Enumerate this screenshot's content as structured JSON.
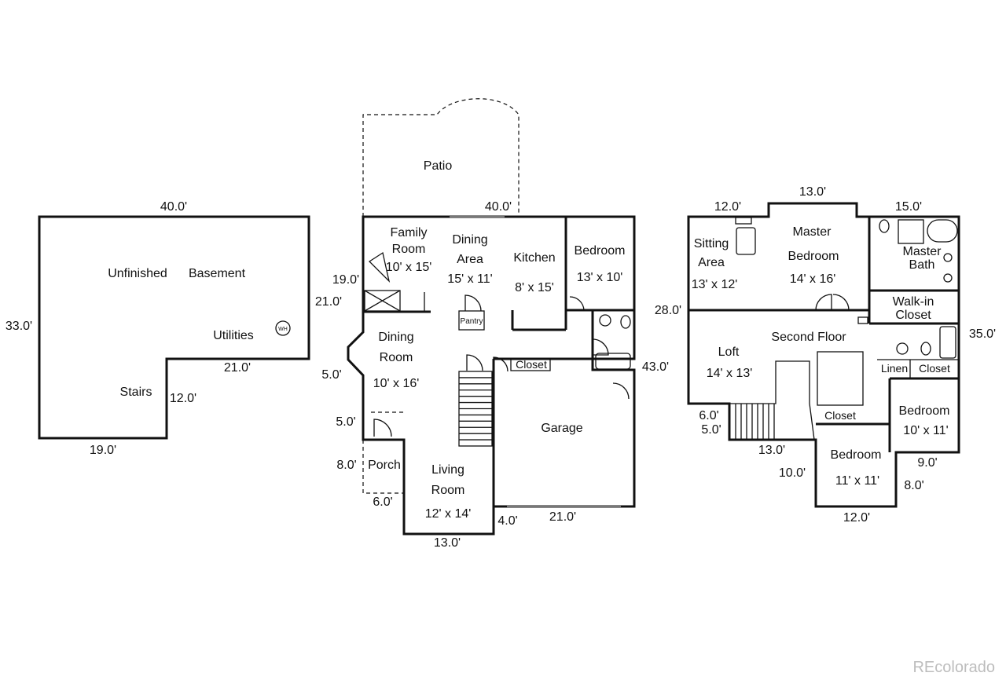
{
  "basement": {
    "dim_top": "40.0'",
    "dim_left": "33.0'",
    "dim_right": "21.0'",
    "dim_mid": "21.0'",
    "dim_step": "12.0'",
    "dim_bottom": "19.0'",
    "unfinished": "Unfinished",
    "basement": "Basement",
    "utilities": "Utilities",
    "stairs": "Stairs",
    "wh": "WH"
  },
  "main": {
    "patio": "Patio",
    "dim_patio": "40.0'",
    "dim_19": "19.0'",
    "dim_5a": "5.0'",
    "dim_5b": "5.0'",
    "dim_8": "8.0'",
    "dim_6": "6.0'",
    "dim_13": "13.0'",
    "dim_4": "4.0'",
    "dim_21": "21.0'",
    "dim_43": "43.0'",
    "family_room": [
      "Family",
      "Room",
      "10' x 15'"
    ],
    "dining_area": [
      "Dining",
      "Area",
      "15' x 11'"
    ],
    "kitchen": [
      "Kitchen",
      "8' x 15'"
    ],
    "bedroom": [
      "Bedroom",
      "13' x 10'"
    ],
    "dining_room": [
      "Dining",
      "Room",
      "10' x 16'"
    ],
    "pantry": "Pantry",
    "closet": "Closet",
    "garage": "Garage",
    "porch": "Porch",
    "living_room": [
      "Living",
      "Room",
      "12' x 14'"
    ]
  },
  "second": {
    "dim_12": "12.0'",
    "dim_13": "13.0'",
    "dim_15": "15.0'",
    "dim_28": "28.0'",
    "dim_35": "35.0'",
    "dim_6": "6.0'",
    "dim_5": "5.0'",
    "dim_13b": "13.0'",
    "dim_10": "10.0'",
    "dim_9": "9.0'",
    "dim_8": "8.0'",
    "dim_12b": "12.0'",
    "sitting_area": [
      "Sitting",
      "Area",
      "13' x 12'"
    ],
    "master_bedroom": [
      "Master",
      "Bedroom",
      "14' x 16'"
    ],
    "master_bath": [
      "Master",
      "Bath"
    ],
    "walk_in_closet": [
      "Walk-in",
      "Closet"
    ],
    "second_floor": "Second Floor",
    "loft": [
      "Loft",
      "14' x 13'"
    ],
    "linen": "Linen",
    "closet": "Closet",
    "closet2": "Closet",
    "bedroom_a": [
      "Bedroom",
      "10' x 11'"
    ],
    "bedroom_b": [
      "Bedroom",
      "11' x 11'"
    ]
  },
  "watermark": "REcolorado"
}
